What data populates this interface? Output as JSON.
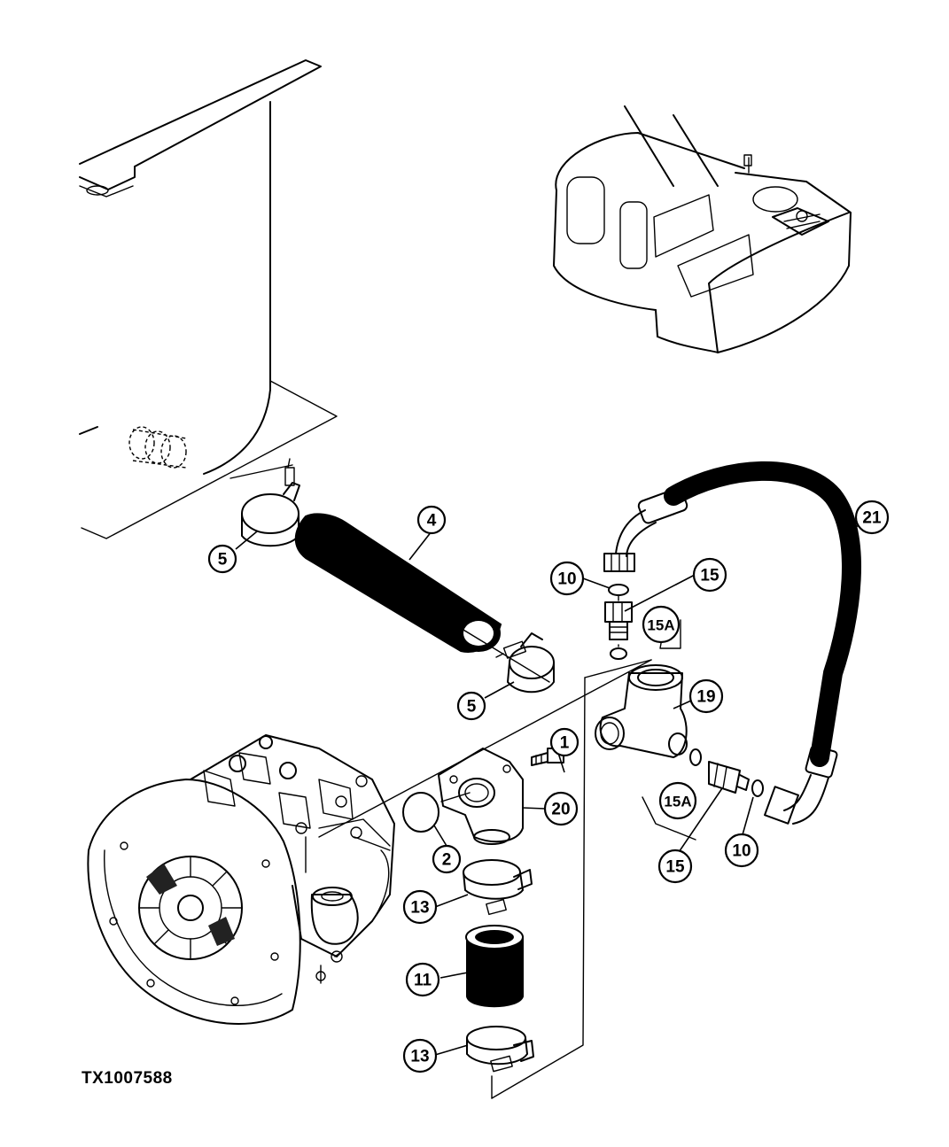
{
  "figure": {
    "id_label": "TX1007588"
  },
  "callouts": {
    "c1": "1",
    "c2": "2",
    "c4": "4",
    "c5_top": "5",
    "c5_mid": "5",
    "c10_top": "10",
    "c10_right": "10",
    "c11": "11",
    "c13_upper": "13",
    "c13_lower": "13",
    "c15_top": "15",
    "c15_bottom": "15",
    "c15a_top": "15A",
    "c15a_mid": "15A",
    "c19": "19",
    "c20": "20",
    "c21": "21"
  },
  "colors": {
    "line": "#000000",
    "background": "#ffffff"
  }
}
